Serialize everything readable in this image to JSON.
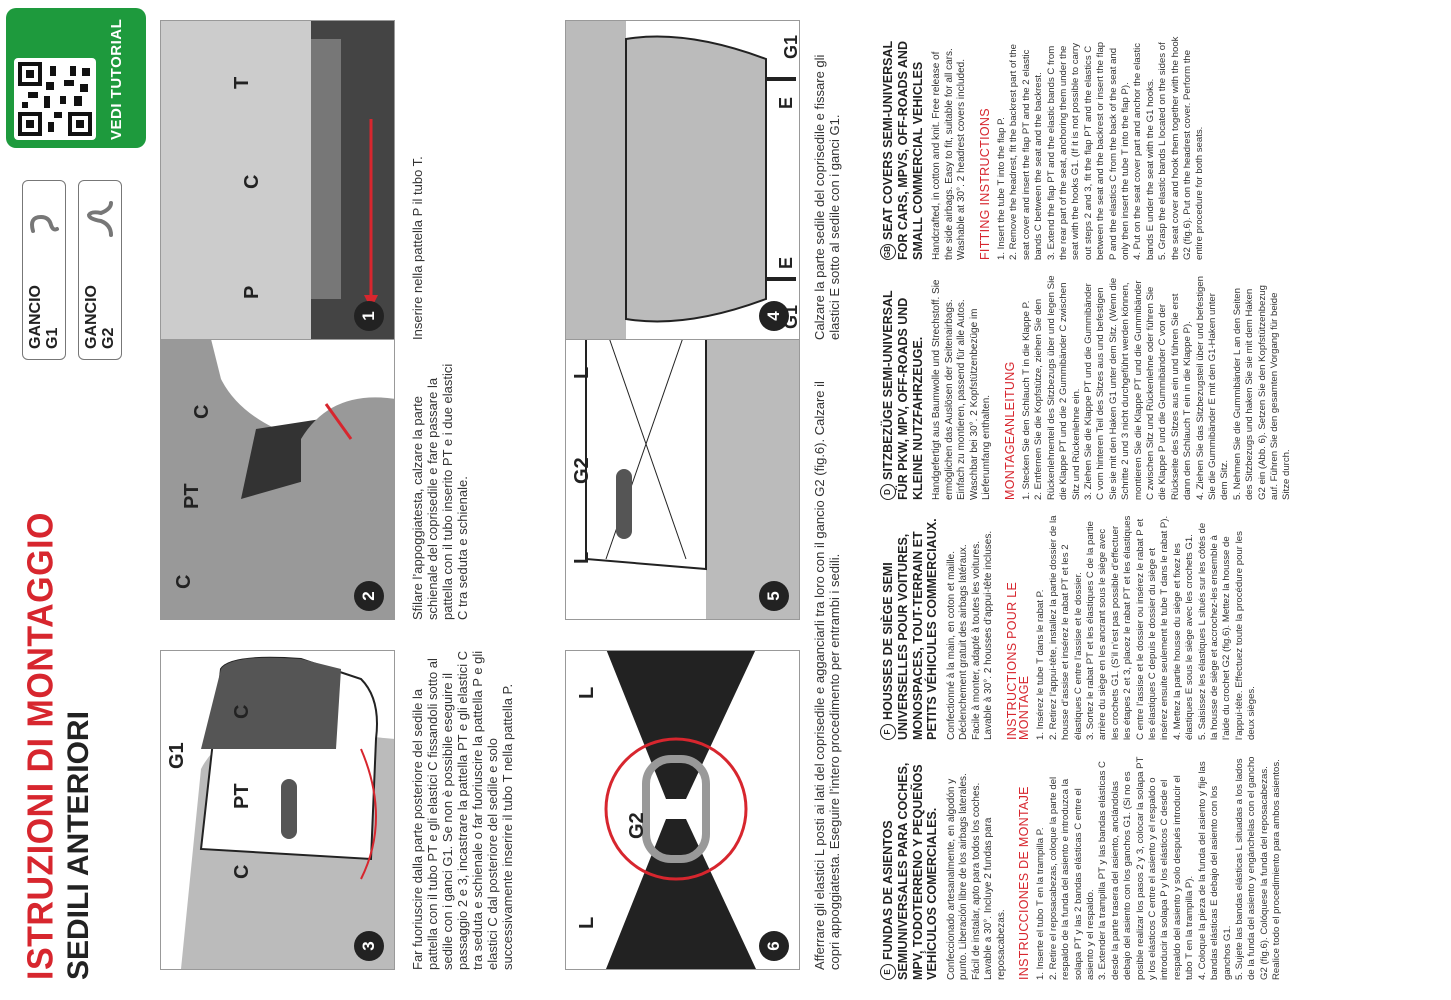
{
  "header": {
    "title": "ISTRUZIONI DI MONTAGGIO",
    "subtitle": "SEDILI ANTERIORI",
    "hooks": [
      {
        "label": "GANCIO G1",
        "icon": "hook-g1-icon"
      },
      {
        "label": "GANCIO G2",
        "icon": "hook-g2-icon"
      }
    ],
    "tutorial_label": "VEDI TUTORIAL",
    "brand_color": "#d7262e",
    "tutorial_color": "#1e9a3d"
  },
  "steps": [
    {
      "num": "1",
      "labels": [
        "P",
        "C",
        "T"
      ],
      "caption": "Inserire nella pattella P il tubo T."
    },
    {
      "num": "2",
      "labels": [
        "C",
        "PT",
        "C"
      ],
      "caption": "Sfilare l’appoggiatesta, calzare la parte schienale del coprisedile e fare passare la pattella con il tubo inserito PT e i due elastici C tra seduta e schienale."
    },
    {
      "num": "3",
      "labels": [
        "C",
        "PT",
        "C",
        "G1"
      ],
      "caption": "Far fuoriuscire dalla parte posteriore del sedile la pattella con il tubo PT e gli elastici C fissandoli sotto al sedile con i ganci G1. Se non è possibile eseguire il passaggio 2 e 3, incastrare la pattella PT e gli elastici C tra seduta e schienale o far fuoriuscire la pattella P e gli elastici C dal posteriore del sedile e solo successivamente inserire il tubo T nella pattella P."
    },
    {
      "num": "4",
      "labels": [
        "G1",
        "E",
        "E",
        "G1"
      ],
      "caption": "Calzare la parte sedile del coprisedile e fissare gli elastici E sotto al sedile con i ganci G1."
    },
    {
      "num": "5",
      "labels": [
        "L",
        "G2",
        "L"
      ],
      "caption": "Afferrare gli elastici L posti ai lati del coprisedile e agganciarli tra loro con il gancio G2 (fig.6). Calzare il copri appoggiatesta. Eseguire l’intero procedimento per entrambi i sedili."
    },
    {
      "num": "6",
      "labels": [
        "L",
        "G2",
        "L"
      ],
      "caption": ""
    }
  ],
  "languages": [
    {
      "code": "GB",
      "title": "SEAT COVERS SEMI-UNIVERSAL FOR CARS, MPVS, OFF-ROADS AND SMALL COMMERCIAL VEHICLES",
      "intro": "Handcrafted, in cotton and knit. Free release of the side airbags. Easy to fit, suitable for all cars. Washable at 30°. 2 headrest covers included.",
      "heading": "FITTING INSTRUCTIONS",
      "steps": [
        "1. Insert the tube T into the flap P.",
        "2. Remove the headrest, fit the backrest part of the seat cover and insert the flap PT and the 2 elastic bands C between the seat and the backrest.",
        "3. Extend the flap PT and the elastic bands C from the rear part of the seat, anchoring them under the seat with the hooks G1. (If it is not possible to carry out steps 2 and 3, fit the flap PT and the elastics C between the seat and the backrest or insert the flap P and the elastics C from the back of the seat and only then insert the tube T into the flap P).",
        "4. Put on the seat cover part and anchor the elastic bands E under the seat with the G1 hooks.",
        "5. Grasp the elastic bands L located on the sides of the seat cover and hook them together with the hook G2 (fig.6). Put on the headrest cover. Perform the entire procedure for both seats."
      ]
    },
    {
      "code": "D",
      "title": "SITZBEZÜGE SEMI-UNIVERSAL FÜR PKW, MPV, OFF-ROADS UND KLEINE NUTZFAHRZEUGE.",
      "intro": "Handgefertigt aus Baumwolle und Strechstoff. Sie ermöglichen das Auslösen der Seitenairbags. Einfach zu montieren, passend für alle Autos. Waschbar bei 30°. 2 Kopfstützenbezüge im Lieferumfang enthalten.",
      "heading": "MONTAGEANLEITUNG",
      "steps": [
        "1. Stecken Sie den Schlauch T in die Klappe P.",
        "2. Entfernen Sie die Kopfstütze, ziehen Sie den Rückenlehnenteil des Sitzbezugs über und legen Sie die Klappe PT und die 2 Gummibänder C zwischen Sitz und Rückenlehne ein.",
        "3. Ziehen Sie die Klappe PT und die Gummibänder C vom hinteren Teil des Sitzes aus und befestigen Sie sie mit den Haken G1 unter dem Sitz. (Wenn die Schritte 2 und 3 nicht durchgeführt werden können, montieren Sie die Klappe PT und die Gummibänder C zwischen Sitz und Rückenlehne oder führen Sie die Klappe P und die Gummibänder C von der Rückseite des Sitzes aus ein und führen Sie erst dann den Schlauch T ein in die Klappe P).",
        "4. Ziehen Sie das Sitzbezugsteil über und befestigen Sie die Gummibänder E mit den G1-Haken unter dem Sitz.",
        "5. Nehmen Sie die Gummibänder L an den Seiten des Sitzbezugs und haken Sie sie mit dem Haken G2 ein (Abb. 6). Setzen Sie den Kopfstützenbezug auf. Führen Sie den gesamten Vorgang für beide Sitze durch."
      ]
    },
    {
      "code": "F",
      "title": "HOUSSES DE SIÈGE SEMI UNIVERSELLES POUR VOITURES, MONOSPACES, TOUT-TERRAIN ET PETITS VÉHICULES COMMERCIAUX.",
      "intro": "Confectionné à la main, en coton et maille. Déclenchement gratuit des airbags latéraux. Facile à monter, adapté à toutes les voitures. Lavable à 30°. 2 housses d’appui-tête incluses.",
      "heading": "INSTRUCTIONS POUR LE MONTAGE",
      "steps": [
        "1. Insérez le tube T dans le rabat P.",
        "2. Retirez l’appui-tête, installez la partie dossier de la housse d’assise et insérez le rabat PT et les 2 élastiques C entre l’assise et le dossier.",
        "3. Sortez le rabat PT et les élastiques C de la partie arrière du siège en les ancrant sous le siège avec les crochets G1. (S’il n’est pas possible d’effectuer les étapes 2 et 3, placez le rabat PT et les élastiques C entre l’assise et le dossier ou insérez le rabat P et les élastiques C depuis le dossier du siège et insérez ensuite seulement le tube T dans le rabat P).",
        "4. Mettez la partie housse du siège et fixez les élastiques E sous le siège avec les crochets G1.",
        "5. Saisissez les élastiques L situés sur les côtés de la housse de siège et accrochez-les ensemble à l’aide du crochet G2 (fig.6). Mettez la housse de l’appui-tête. Effectuez toute la procédure pour les deux sièges."
      ]
    },
    {
      "code": "E",
      "title": "FUNDAS DE ASIENTOS SEMIUNIVERSALES PARA COCHES, MPV, TODOTERRENO Y PEQUEÑOS VEHÍCULOS COMERCIALES.",
      "intro": "Confeccionado artesanalmente, en algodón y punto. Liberación libre de los airbags laterales. Fácil de instalar, apto para todos los coches. Lavable a 30°. Incluye 2 fundas para reposacabezas.",
      "heading": "INSTRUCCIONES DE MONTAJE",
      "steps": [
        "1. Inserte el tubo T en la trampilla P.",
        "2. Retire el reposacabezas, coloque la parte del respaldo de la funda del asiento e introduzca la solapa PT y las 2 bandas elásticas C entre el asiento y el respaldo.",
        "3. Extender la trampilla PT y las bandas elásticas C desde la parte trasera del asiento, anclándolas debajo del asiento con los ganchos G1. (Si no es posible realizar los pasos 2 y 3, colocar la solapa PT y los elásticos C entre el asiento y el respaldo o introducir la solapa P y los elásticos C desde el respaldo del asiento y solo después introducir el tubo T en la trampilla P).",
        "4. Coloque la pieza de la funda del asiento y fije las bandas elásticas E debajo del asiento con los ganchos G1.",
        "5. Sujete las bandas elásticas L situadas a los lados de la funda del asiento y engánchelas con el gancho G2 (fig.6). Colóquese la funda del reposacabezas. Realice todo el procedimiento para ambos asientos."
      ]
    }
  ]
}
